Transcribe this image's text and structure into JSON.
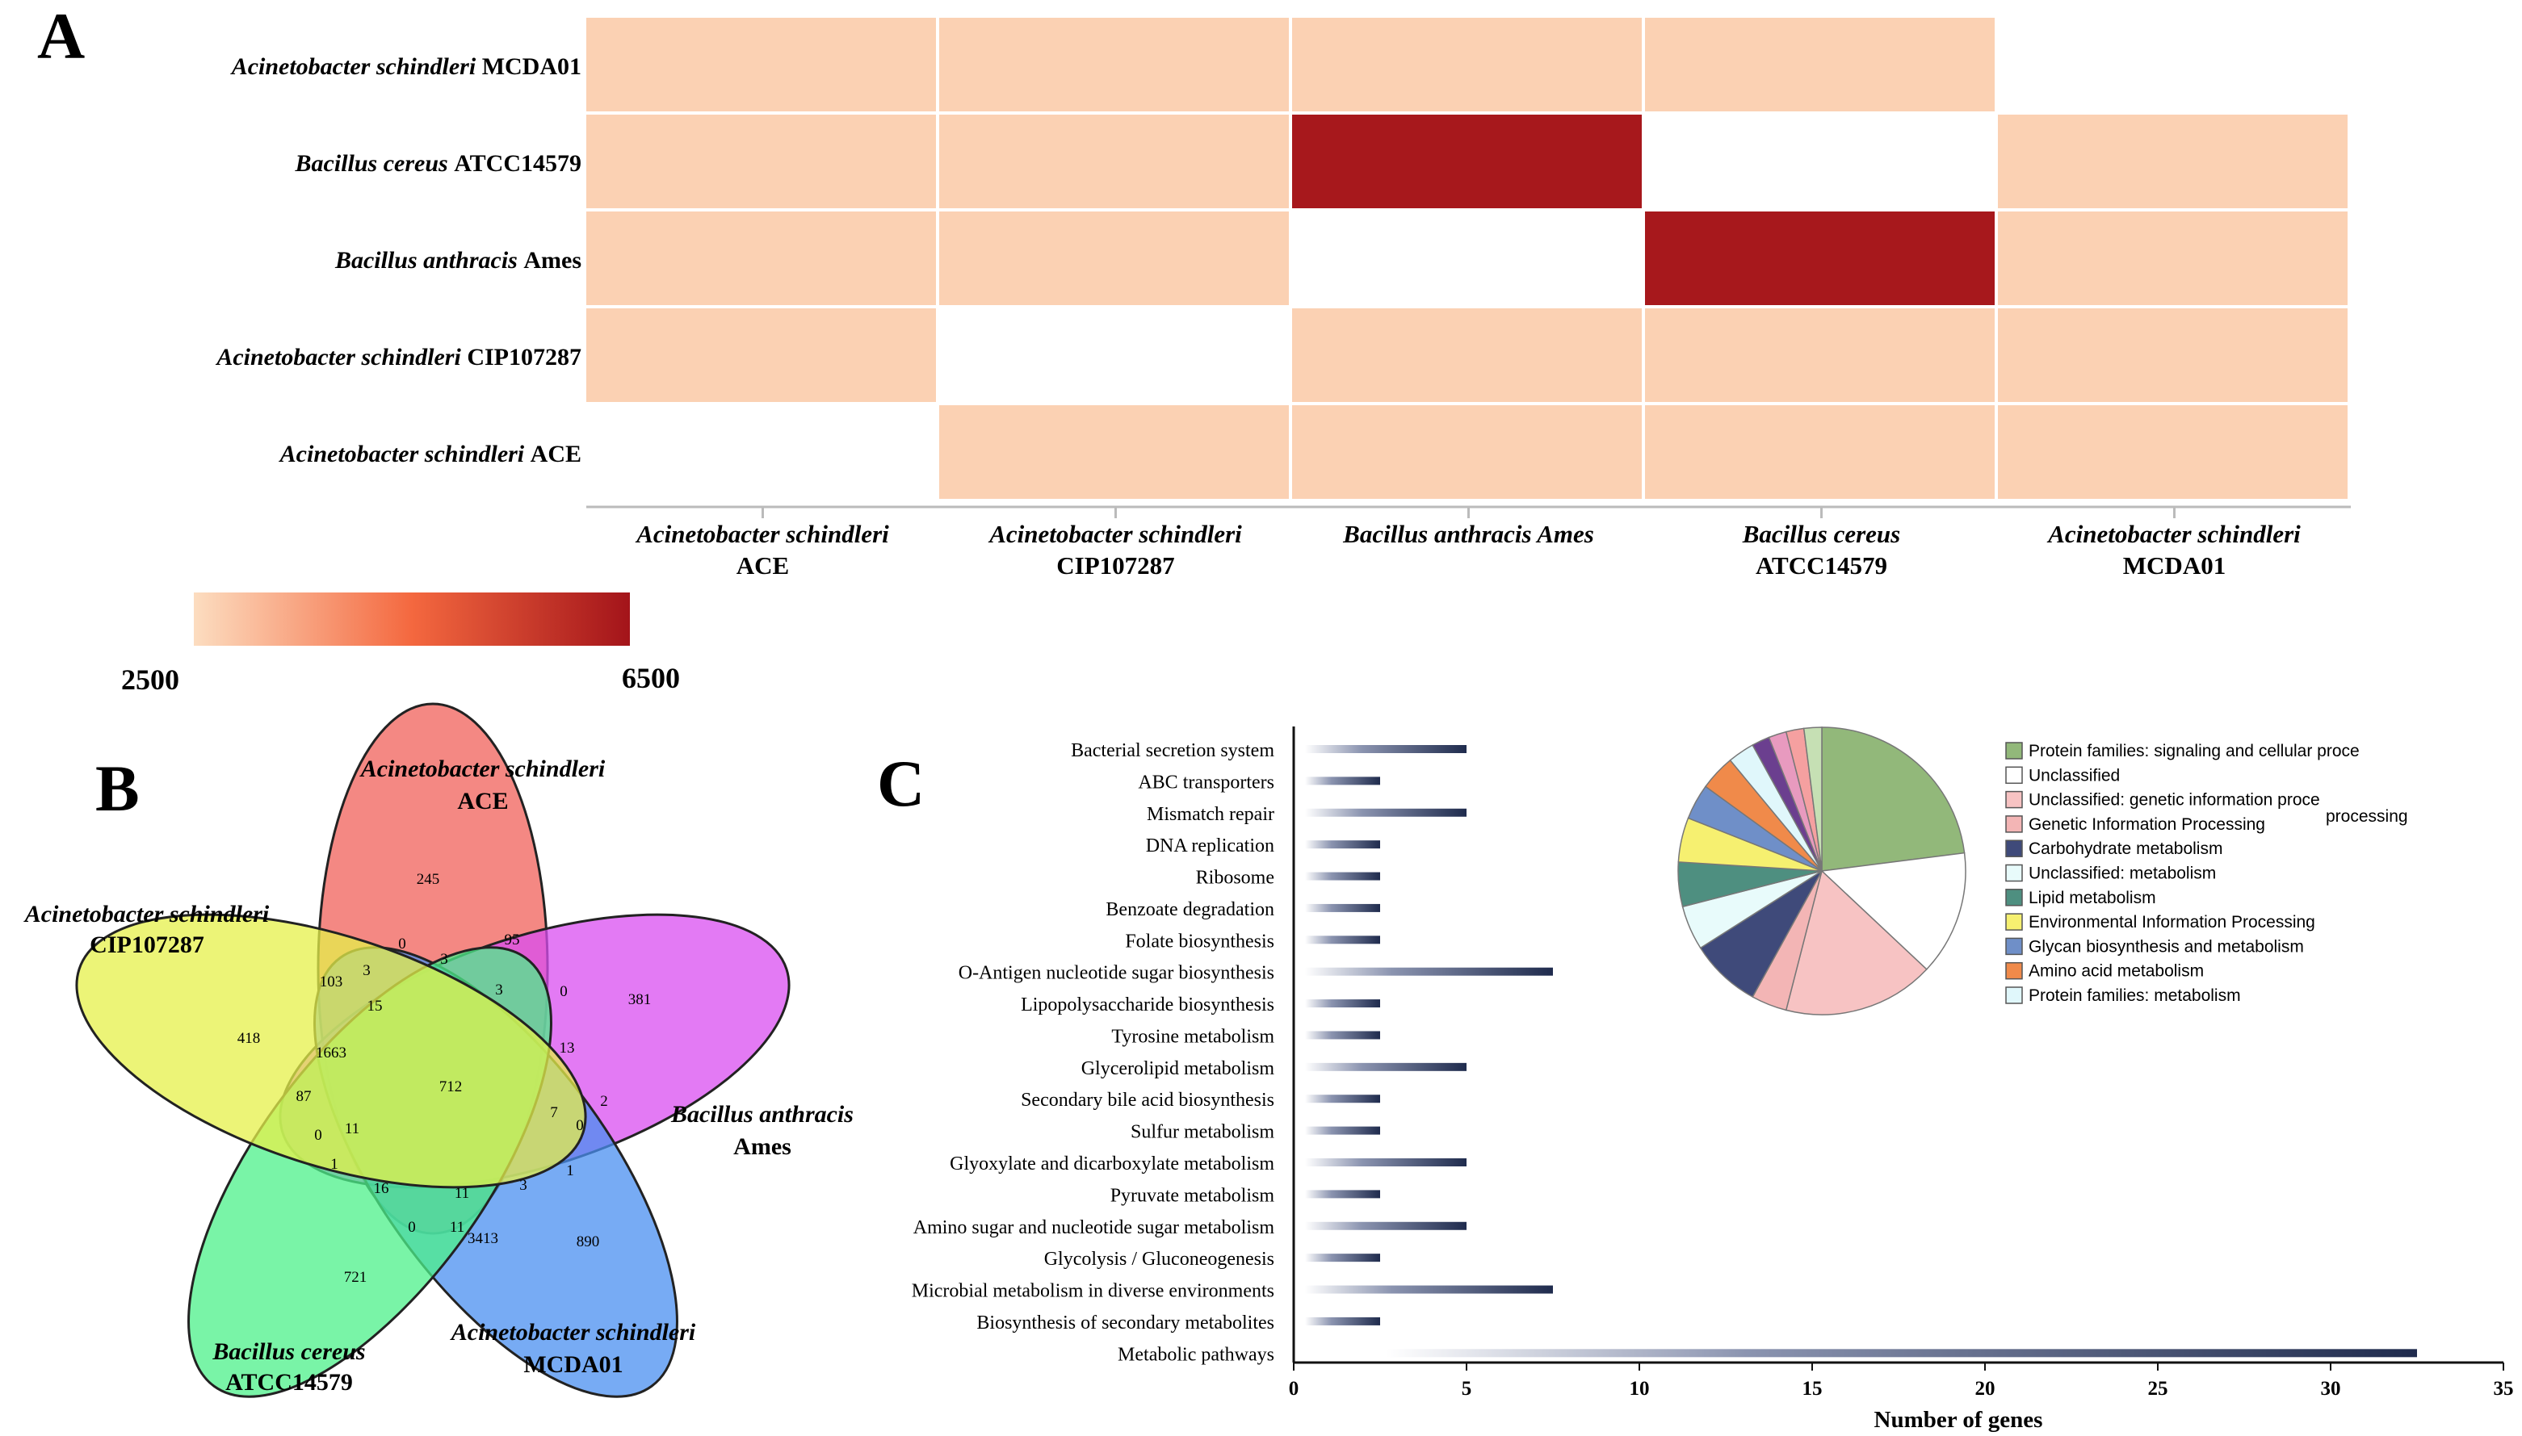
{
  "panel_letters": {
    "a": "A",
    "b": "B",
    "c": "C"
  },
  "colors": {
    "heat_low": "#fcddc0",
    "heat_high": "#b71c1c",
    "bar": "#1f2b4d",
    "cell_gap": "#ffffff"
  },
  "chart_data": [
    {
      "type": "heatmap",
      "panel": "A",
      "rows": [
        {
          "italic": "Acinetobacter schindleri",
          "suffix": "MCDA01"
        },
        {
          "italic": "Bacillus cereus",
          "suffix": "ATCC14579"
        },
        {
          "italic": "Bacillus anthracis",
          "suffix": "Ames"
        },
        {
          "italic": "Acinetobacter schindleri",
          "suffix": "CIP107287"
        },
        {
          "italic": "Acinetobacter schindleri",
          "suffix": "ACE"
        }
      ],
      "columns": [
        {
          "line1": "Acinetobacter schindleri",
          "line2": "ACE"
        },
        {
          "line1": "Acinetobacter schindleri",
          "line2": "CIP107287"
        },
        {
          "line1": "Bacillus anthracis Ames",
          "line2": ""
        },
        {
          "line1": "Bacillus cereus",
          "line2": "ATCC14579"
        },
        {
          "line1": "Acinetobacter schindleri",
          "line2": "MCDA01"
        }
      ],
      "values": [
        [
          2700,
          2700,
          2700,
          2700,
          null
        ],
        [
          2700,
          2700,
          6400,
          null,
          2700
        ],
        [
          2700,
          2700,
          null,
          6400,
          2700
        ],
        [
          2700,
          null,
          2700,
          2700,
          2700
        ],
        [
          null,
          2700,
          2700,
          2700,
          2700
        ]
      ],
      "color_scale": {
        "min": 2500,
        "max": 6500,
        "min_label": "2500",
        "max_label": "6500"
      }
    },
    {
      "type": "venn",
      "panel": "B",
      "sets": [
        {
          "line1": "Acinetobacter schindleri",
          "line2": "ACE",
          "color": "#f0605a"
        },
        {
          "line1": "Bacillus anthracis",
          "line2": "Ames",
          "color": "#d94ef0"
        },
        {
          "line1": "Acinetobacter schindleri",
          "line2": "MCDA01",
          "color": "#4a8ff0"
        },
        {
          "line1": "Bacillus cereus",
          "line2": "ATCC14579",
          "color": "#4cf08a"
        },
        {
          "line1": "Acinetobacter schindleri",
          "line2": "CIP107287",
          "color": "#e6f04a"
        }
      ],
      "region_counts": [
        "245",
        "381",
        "890",
        "721",
        "418",
        "0",
        "95",
        "103",
        "3",
        "3",
        "15",
        "0",
        "3",
        "13",
        "1663",
        "712",
        "87",
        "0",
        "11",
        "0",
        "2",
        "7",
        "1",
        "1",
        "16",
        "11",
        "3",
        "11",
        "0",
        "3413"
      ]
    },
    {
      "type": "bar",
      "panel": "C",
      "orientation": "horizontal",
      "categories": [
        "Bacterial secretion system",
        "ABC transporters",
        "Mismatch repair",
        "DNA replication",
        "Ribosome",
        "Benzoate degradation",
        "Folate biosynthesis",
        "O-Antigen nucleotide sugar biosynthesis",
        "Lipopolysaccharide biosynthesis",
        "Tyrosine metabolism",
        "Glycerolipid metabolism",
        "Secondary bile acid biosynthesis",
        "Sulfur metabolism",
        "Glyoxylate and dicarboxylate metabolism",
        "Pyruvate metabolism",
        "Amino sugar and nucleotide sugar metabolism",
        "Glycolysis / Gluconeogenesis",
        "Microbial metabolism in diverse environments",
        "Biosynthesis of secondary metabolites",
        "Metabolic pathways"
      ],
      "values": [
        5,
        2.5,
        5,
        2.5,
        2.5,
        2.5,
        2.5,
        7.5,
        2.5,
        2.5,
        5,
        2.5,
        2.5,
        5,
        2.5,
        5,
        2.5,
        7.5,
        2.5,
        32.5
      ],
      "xlabel": "Number of genes",
      "xlim": [
        0,
        35
      ],
      "xticks": [
        "0",
        "5",
        "10",
        "15",
        "20",
        "25",
        "30",
        "35"
      ],
      "grid": false
    },
    {
      "type": "pie",
      "panel": "C",
      "legend_position": "right",
      "slices": [
        {
          "label": "Protein families: signaling and cellular proce",
          "value": 23,
          "color": "#92b87a"
        },
        {
          "label": "Unclassified",
          "value": 14,
          "color": "#ffffff"
        },
        {
          "label": "Unclassified: genetic information proce",
          "value": 17,
          "color": "#f7c3c3"
        },
        {
          "label": "Genetic Information Processing",
          "value": 4,
          "color": "#f3b5b5"
        },
        {
          "label": "Carbohydrate metabolism",
          "value": 8,
          "color": "#3f4a7a"
        },
        {
          "label": "Unclassified: metabolism",
          "value": 5,
          "color": "#e8fbfb"
        },
        {
          "label": "Lipid metabolism",
          "value": 5,
          "color": "#4e8f80"
        },
        {
          "label": "Environmental Information Processing",
          "value": 5,
          "color": "#f6f070"
        },
        {
          "label": "Glycan biosynthesis and metabolism",
          "value": 4,
          "color": "#6f8fc8"
        },
        {
          "label": "Amino acid metabolism",
          "value": 4,
          "color": "#f08a4a"
        },
        {
          "label": "Protein families: metabolism",
          "value": 3,
          "color": "#e0f7fb"
        },
        {
          "label": "",
          "value": 2,
          "color": "#6b3f8f"
        },
        {
          "label": "",
          "value": 2,
          "color": "#e89abf"
        },
        {
          "label": "",
          "value": 2,
          "color": "#f5a0a0"
        },
        {
          "label": "",
          "value": 2,
          "color": "#c6e0b4"
        }
      ],
      "legend_overflow_text": "processing"
    }
  ]
}
